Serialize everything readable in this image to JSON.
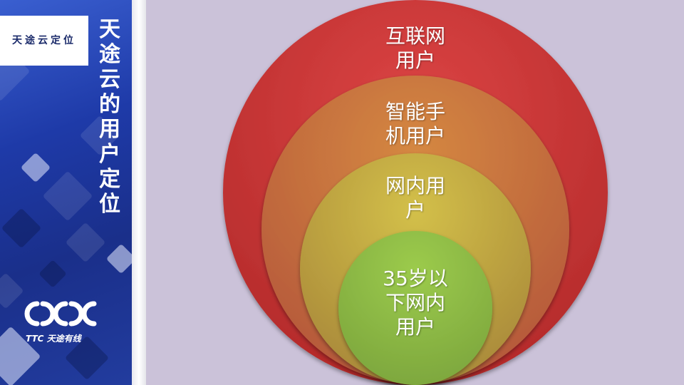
{
  "sidebar": {
    "logo_text": "天途云定位",
    "vertical_title": "天途云的用户定位",
    "company_caption": "TTC 天途有线"
  },
  "circles": [
    {
      "label": "互联网\n用户",
      "color": "#d13b3b"
    },
    {
      "label": "智能手\n机用户",
      "color": "#cc7a3e"
    },
    {
      "label": "网内用\n户",
      "color": "#c9b443"
    },
    {
      "label": "35岁以\n下网内\n用户",
      "color": "#8fc04a"
    }
  ],
  "colors": {
    "background": "#cbc2d9",
    "sidebar_blue": "#1e3aa8"
  }
}
